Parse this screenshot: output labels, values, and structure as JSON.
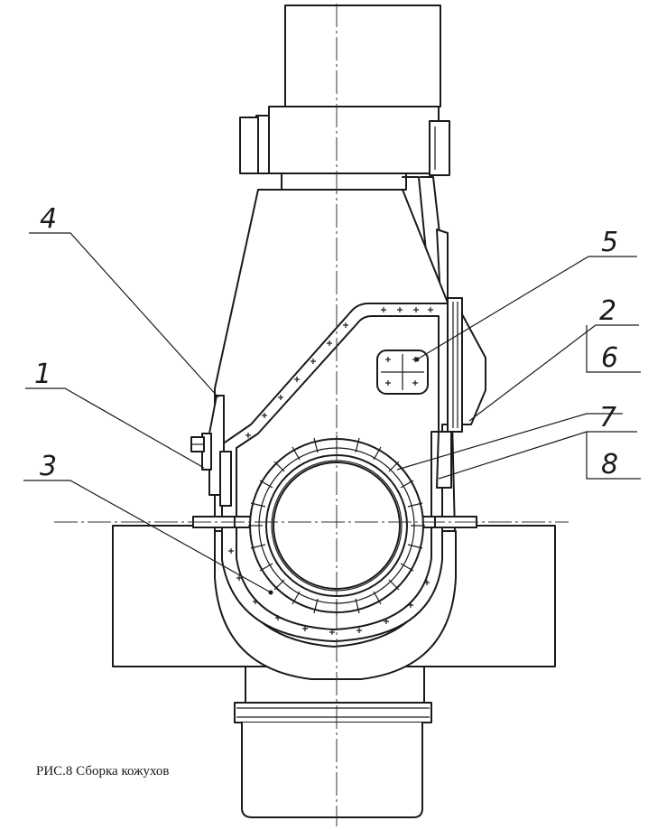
{
  "drawing": {
    "caption": "РИС.8 Сборка кожухов",
    "callouts": {
      "c1": "1",
      "c2": "2",
      "c3": "3",
      "c4": "4",
      "c5": "5",
      "c6": "6",
      "c7": "7",
      "c8": "8"
    }
  }
}
